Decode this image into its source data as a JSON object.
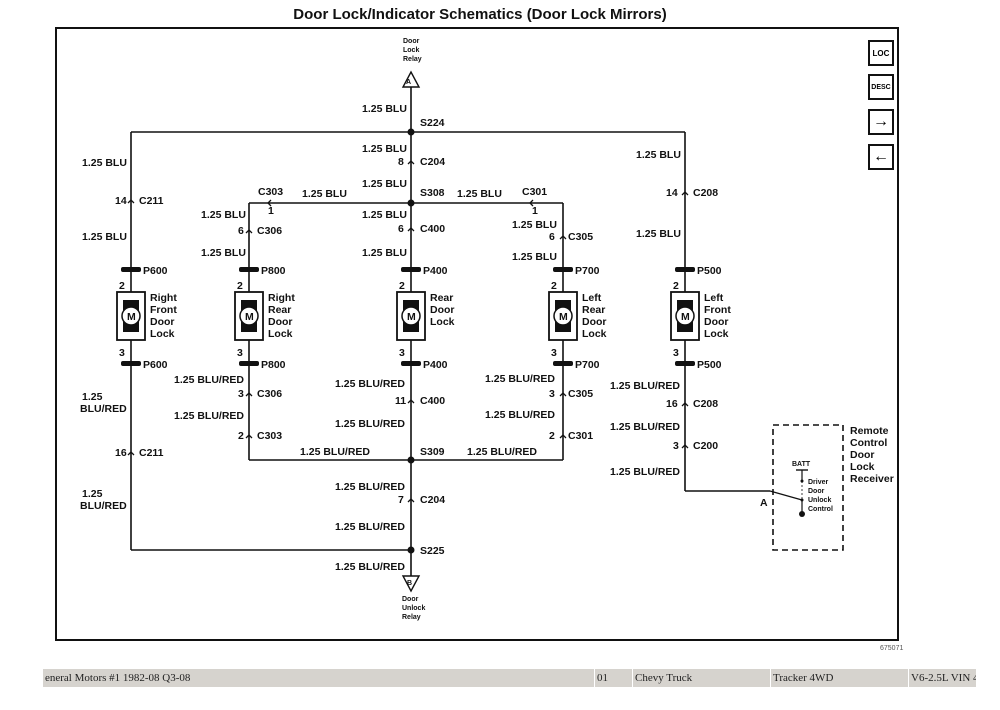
{
  "title": "Door Lock/Indicator Schematics (Door Lock Mirrors)",
  "nav_buttons": [
    {
      "label": "LOC",
      "icon": "loc-icon"
    },
    {
      "label": "DESC",
      "icon": "desc-icon"
    },
    {
      "label": "→",
      "icon": "arrow-right-icon"
    },
    {
      "label": "←",
      "icon": "arrow-left-icon"
    }
  ],
  "figure_id": "675071",
  "relays": {
    "top": {
      "letter": "A",
      "name_lines": [
        "Door",
        "Lock",
        "Relay"
      ]
    },
    "bottom": {
      "letter": "B",
      "name_lines": [
        "Door",
        "Unlock",
        "Relay"
      ]
    }
  },
  "splices": {
    "s224": "S224",
    "s308": "S308",
    "s309": "S309",
    "s225": "S225"
  },
  "wire_blu": "1.25 BLU",
  "wire_blured": "1.25 BLU/RED",
  "wire_125": "1.25",
  "wire_blured_short": "BLU/RED",
  "connectors": {
    "c211": "C211",
    "c204": "C204",
    "c303": "C303",
    "c306": "C306",
    "c400": "C400",
    "c301": "C301",
    "c305": "C305",
    "c208": "C208",
    "c200": "C200",
    "p600": "P600",
    "p800": "P800",
    "p400": "P400",
    "p700": "P700",
    "p500": "P500"
  },
  "pins": {
    "p14": "14",
    "p8": "8",
    "p1": "1",
    "p6": "6",
    "p2": "2",
    "p3": "3",
    "p16": "16",
    "p11": "11",
    "p7": "7"
  },
  "motor_symbol": "M",
  "locks": [
    {
      "name_lines": [
        "Right",
        "Front",
        "Door",
        "Lock"
      ]
    },
    {
      "name_lines": [
        "Right",
        "Rear",
        "Door",
        "Lock"
      ]
    },
    {
      "name_lines": [
        "Rear",
        "Door",
        "Lock"
      ]
    },
    {
      "name_lines": [
        "Left",
        "Rear",
        "Door",
        "Lock"
      ]
    },
    {
      "name_lines": [
        "Left",
        "Front",
        "Door",
        "Lock"
      ]
    }
  ],
  "receiver": {
    "name_lines": [
      "Remote",
      "Control",
      "Door",
      "Lock",
      "Receiver"
    ],
    "batt": "BATT",
    "switch_lines": [
      "Driver",
      "Door",
      "Unlock",
      "Control"
    ],
    "pin": "A"
  },
  "status_bar": [
    "eneral Motors #1 1982-08 Q3-08",
    "01",
    "Chevy Truck",
    "Tracker 4WD",
    "V6-2.5L VIN 4"
  ]
}
